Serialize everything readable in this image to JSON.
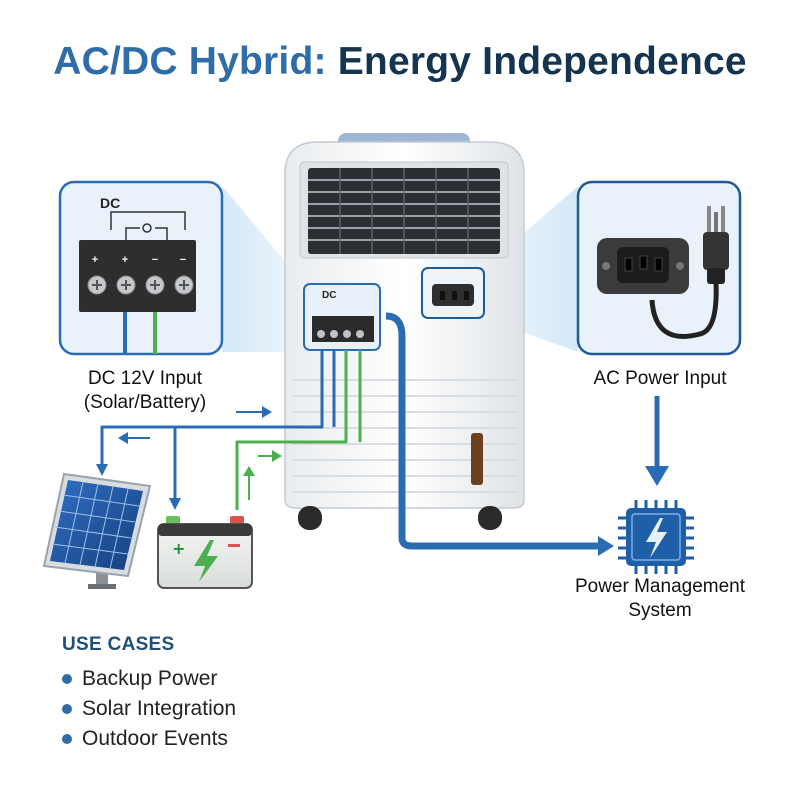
{
  "title": {
    "part1": "AC/DC Hybrid:",
    "part2": "Energy Independence"
  },
  "labels": {
    "dc_input_line1": "DC 12V Input",
    "dc_input_line2": "(Solar/Battery)",
    "ac_input": "AC Power Input",
    "pms_line1": "Power Management",
    "pms_line2": "System",
    "terminal_dc": "DC",
    "terminal_dc_small": "DC"
  },
  "use_cases": {
    "heading": "USE CASES",
    "items": [
      "Backup Power",
      "Solar Integration",
      "Outdoor Events"
    ]
  },
  "icons": [
    "air-cooler-icon",
    "dc-terminal-block-icon",
    "ac-socket-icon",
    "ac-plug-icon",
    "solar-panel-icon",
    "battery-icon",
    "lightning-bolt-icon",
    "chip-icon"
  ],
  "colors": {
    "title_accent": "#2e6da8",
    "title_dark": "#14344f",
    "wire_blue": "#2a6cb3",
    "wire_green": "#4caf50",
    "chip": "#1f5fa8"
  }
}
